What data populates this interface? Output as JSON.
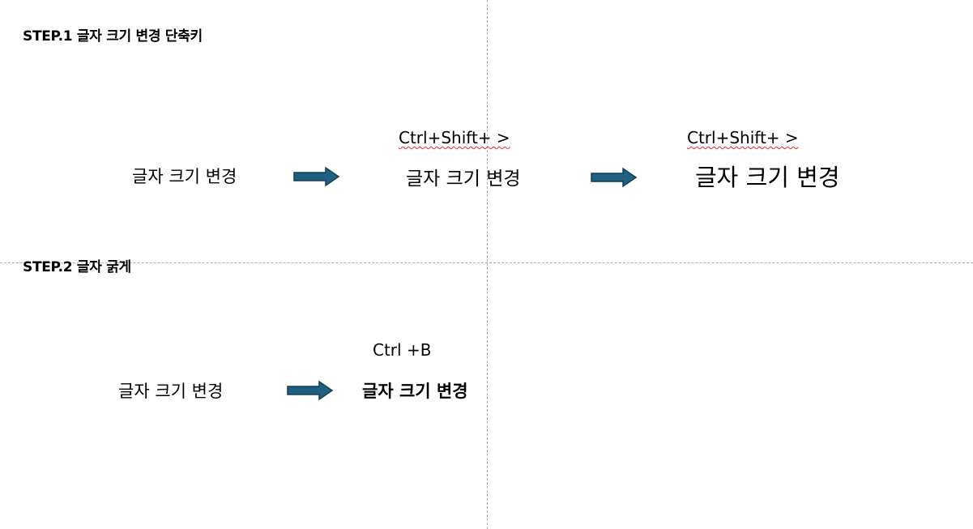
{
  "step1": {
    "heading": "STEP.1 글자 크기 변경 단축키",
    "original_text": "글자 크기 변경",
    "shortcut_1": "Ctrl+Shift+ >",
    "enlarged_text_1": "글자 크기 변경",
    "shortcut_2": "Ctrl+Shift+ >",
    "enlarged_text_2": "글자 크기 변경"
  },
  "step2": {
    "heading": "STEP.2 글자 굵게",
    "original_text": "글자 크기 변경",
    "shortcut": "Ctrl +B",
    "bold_text": "글자 크기 변경"
  },
  "colors": {
    "arrow_fill": "#1f5f7f",
    "arrow_stroke": "#163f55",
    "guide_line": "#b0b0b0",
    "spellcheck_underline": "#e03030"
  },
  "icons": {
    "arrow": "right-arrow-icon"
  }
}
